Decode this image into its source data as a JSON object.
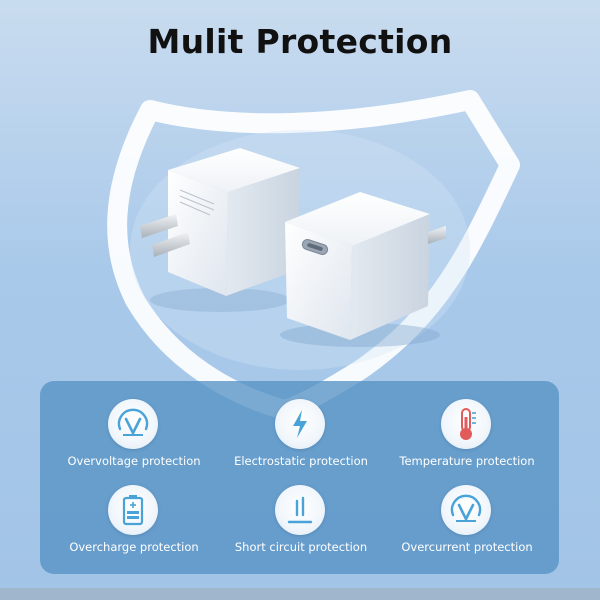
{
  "title": "Mulit Protection",
  "colors": {
    "panel": "#5692c4",
    "icon_accent": "#4aa3d8",
    "icon_red": "#e25b5b"
  },
  "features": [
    {
      "label": "Overvoltage protection",
      "icon": "gauge-icon"
    },
    {
      "label": "Electrostatic protection",
      "icon": "lightning-icon"
    },
    {
      "label": "Temperature protection",
      "icon": "thermometer-icon"
    },
    {
      "label": "Overcharge protection",
      "icon": "battery-icon"
    },
    {
      "label": "Short circuit protection",
      "icon": "short-circuit-icon"
    },
    {
      "label": "Overcurrent protection",
      "icon": "current-gauge-icon"
    }
  ]
}
